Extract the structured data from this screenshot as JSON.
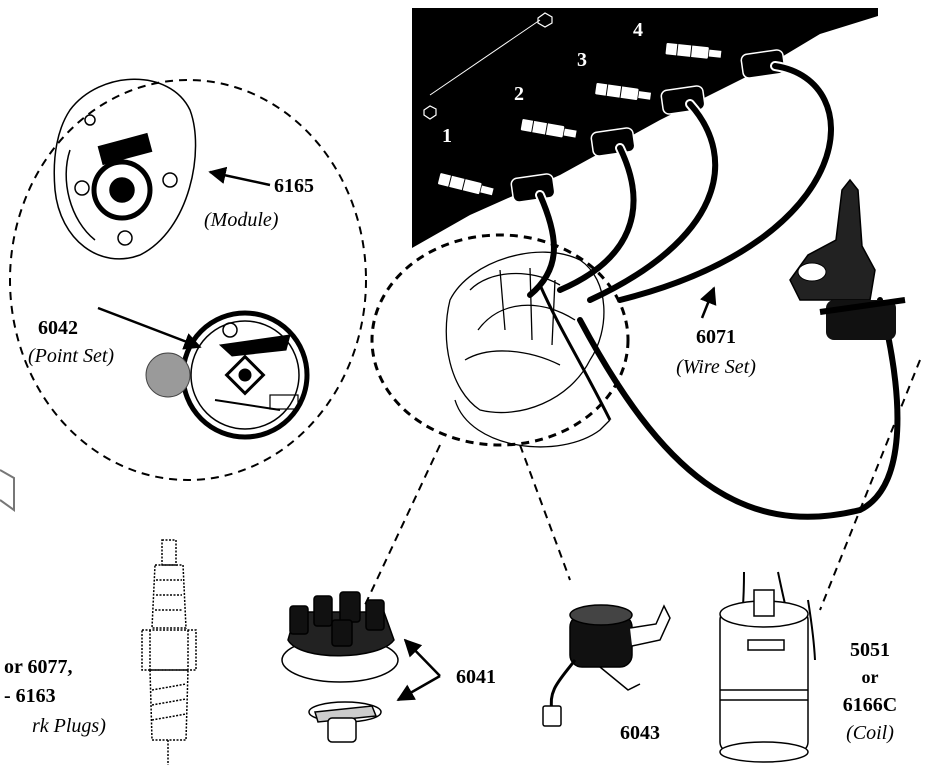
{
  "cylinder_numbers": [
    "1",
    "2",
    "3",
    "4"
  ],
  "parts": {
    "module": {
      "number": "6165",
      "name": "(Module)"
    },
    "point_set": {
      "number": "6042",
      "name": "(Point Set)"
    },
    "wire_set": {
      "number": "6071",
      "name": "(Wire Set)"
    },
    "cap_rotor": {
      "number": "6041"
    },
    "condenser": {
      "number": "6043"
    },
    "coil": {
      "number": "5051",
      "or": "or",
      "alt_number": "6166C",
      "name": "(Coil)"
    },
    "spark_plugs": {
      "line1": "or 6077,",
      "line2": "- 6163",
      "name": "rk Plugs)"
    }
  },
  "icons": [
    "spark-plug-icon",
    "distributor-cap-icon",
    "rotor-icon",
    "condenser-icon",
    "ignition-coil-icon",
    "breaker-plate-icon"
  ],
  "colors": {
    "engine_block": "#000000",
    "ink": "#000000",
    "paper": "#ffffff",
    "point_disc": "#9a9a9a"
  }
}
